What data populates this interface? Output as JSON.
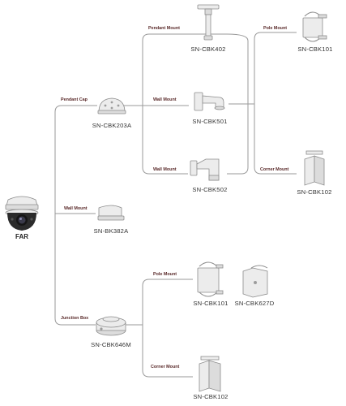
{
  "camera": {
    "name": "FAR",
    "icon": "ptz-dome-camera-icon"
  },
  "connectors": {
    "pendant_cap": "Pendant Cap",
    "pendant_mount": "Pendant Mount",
    "wall_mount_a": "Wall Mount",
    "wall_mount_b": "Wall Mount",
    "pole_mount_a": "Pole Mount",
    "corner_mount_a": "Corner Mount",
    "wall_mount_c": "Wall Mount",
    "junction_box": "Junction Box",
    "pole_mount_b": "Pole Mount",
    "corner_mount_b": "Corner Mount"
  },
  "products": {
    "pendant_cap": {
      "model": "SN-CBK203A",
      "icon": "pendant-cap-icon"
    },
    "pendant_mount": {
      "model": "SN-CBK402",
      "icon": "pendant-mount-icon"
    },
    "wall_mount_501": {
      "model": "SN-CBK501",
      "icon": "wall-mount-bracket-icon"
    },
    "wall_mount_502": {
      "model": "SN-CBK502",
      "icon": "wall-mount-bracket-icon"
    },
    "pole_mount_top": {
      "model": "SN-CBK101",
      "icon": "pole-mount-icon"
    },
    "corner_mount_top": {
      "model": "SN-CBK102",
      "icon": "corner-mount-icon"
    },
    "wall_mount_small": {
      "model": "SN-BK382A",
      "icon": "small-wall-mount-icon"
    },
    "junction_box": {
      "model": "SN-CBK646M",
      "icon": "junction-box-icon"
    },
    "pole_mount_bottom": {
      "model": "SN-CBK101",
      "icon": "pole-mount-icon"
    },
    "pole_mount_627": {
      "model": "SN-CBK627D",
      "icon": "pole-mount-icon"
    },
    "corner_mount_bottom": {
      "model": "SN-CBK102",
      "icon": "corner-mount-icon"
    }
  }
}
